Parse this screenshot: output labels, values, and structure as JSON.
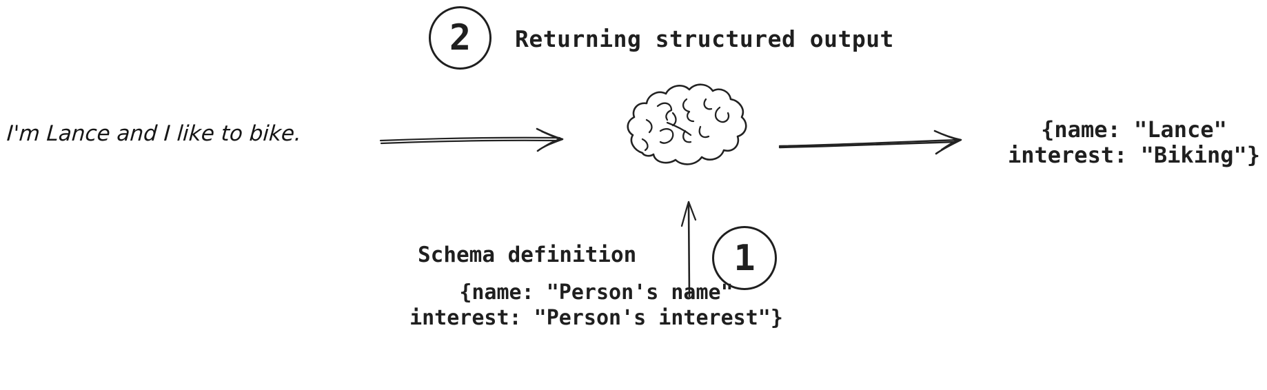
{
  "colors": {
    "ink": "#1f1f1f",
    "background": "#ffffff"
  },
  "step2": {
    "number": "2",
    "label": "Returning structured output"
  },
  "step1": {
    "number": "1",
    "label": "Schema definition"
  },
  "flow": {
    "input_text": "I'm Lance and I like to bike.",
    "output_line1": "{name: \"Lance\"",
    "output_line2": "interest: \"Biking\"}"
  },
  "schema": {
    "line1": "{name: \"Person's name\"",
    "line2": "interest: \"Person's interest\"}"
  },
  "icons": {
    "model": "brain-icon",
    "input_arrow": "arrow-right-icon",
    "output_arrow": "arrow-right-icon",
    "schema_arrow": "arrow-up-icon"
  }
}
